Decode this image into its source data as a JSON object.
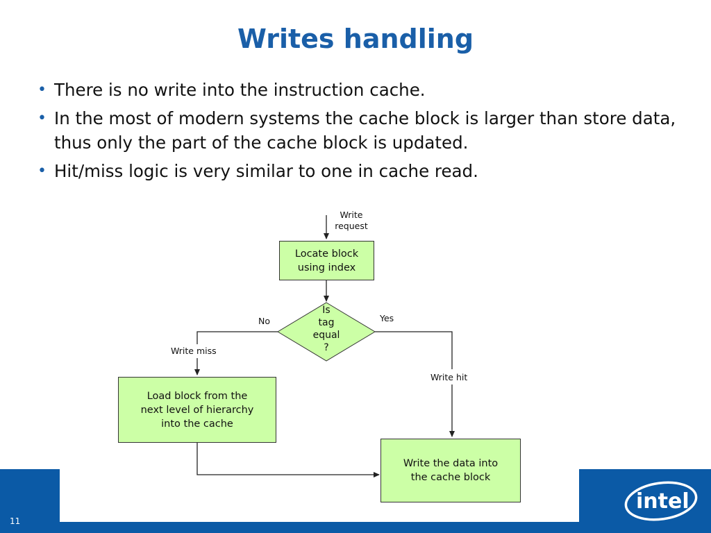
{
  "slide": {
    "title": "Writes handling",
    "bullets": [
      "There is no write into the instruction cache.",
      "In the most of modern systems the cache block is larger than store data, thus only the part of the cache block is updated.",
      "Hit/miss logic is very similar to one in cache read."
    ],
    "page_number": "11"
  },
  "flowchart": {
    "start_label_line1": "Write",
    "start_label_line2": "request",
    "locate_line1": "Locate block",
    "locate_line2": "using index",
    "decision_line1": "Is",
    "decision_line2": "tag",
    "decision_line3": "equal",
    "decision_line4": "?",
    "no_label": "No",
    "yes_label": "Yes",
    "miss_label": "Write miss",
    "hit_label": "Write hit",
    "load_line1": "Load block from the",
    "load_line2": "next level of hierarchy",
    "load_line3": "into the cache",
    "write_line1": "Write the data into",
    "write_line2": "the cache block"
  },
  "logo": {
    "text": "intel",
    "color": "#ffffff"
  },
  "colors": {
    "accent": "#1a5fa8",
    "footer": "#0b5aa6",
    "box_fill": "#ccffa6"
  }
}
